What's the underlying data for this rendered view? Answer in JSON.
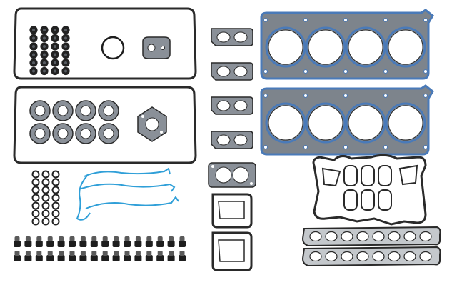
{
  "image": {
    "subject": "engine-head-gasket-set",
    "colors": {
      "background": "#ffffff",
      "gasket_outline": "#2a2a2a",
      "gasket_fill": "#8a9098",
      "gasket_fill_light": "#c4c8cc",
      "head_gasket_blue": "#4a7ab8",
      "head_gasket_body": "#7d848c",
      "front_cover_seal": "#2f9fd8",
      "seal_dark": "#222222",
      "valve_seal_body": "#1e1e1e",
      "valve_seal_tip": "#5a5a5a"
    },
    "counts": {
      "valve_cover_grommets": 24,
      "spark_plug_seals": 8,
      "small_orings": 21,
      "valve_stem_seals": 32,
      "exhaust_manifold_gaskets": 4,
      "cylinder_bores_per_head_gasket": 4,
      "intake_manifold_ports_per_gasket": 6
    }
  }
}
